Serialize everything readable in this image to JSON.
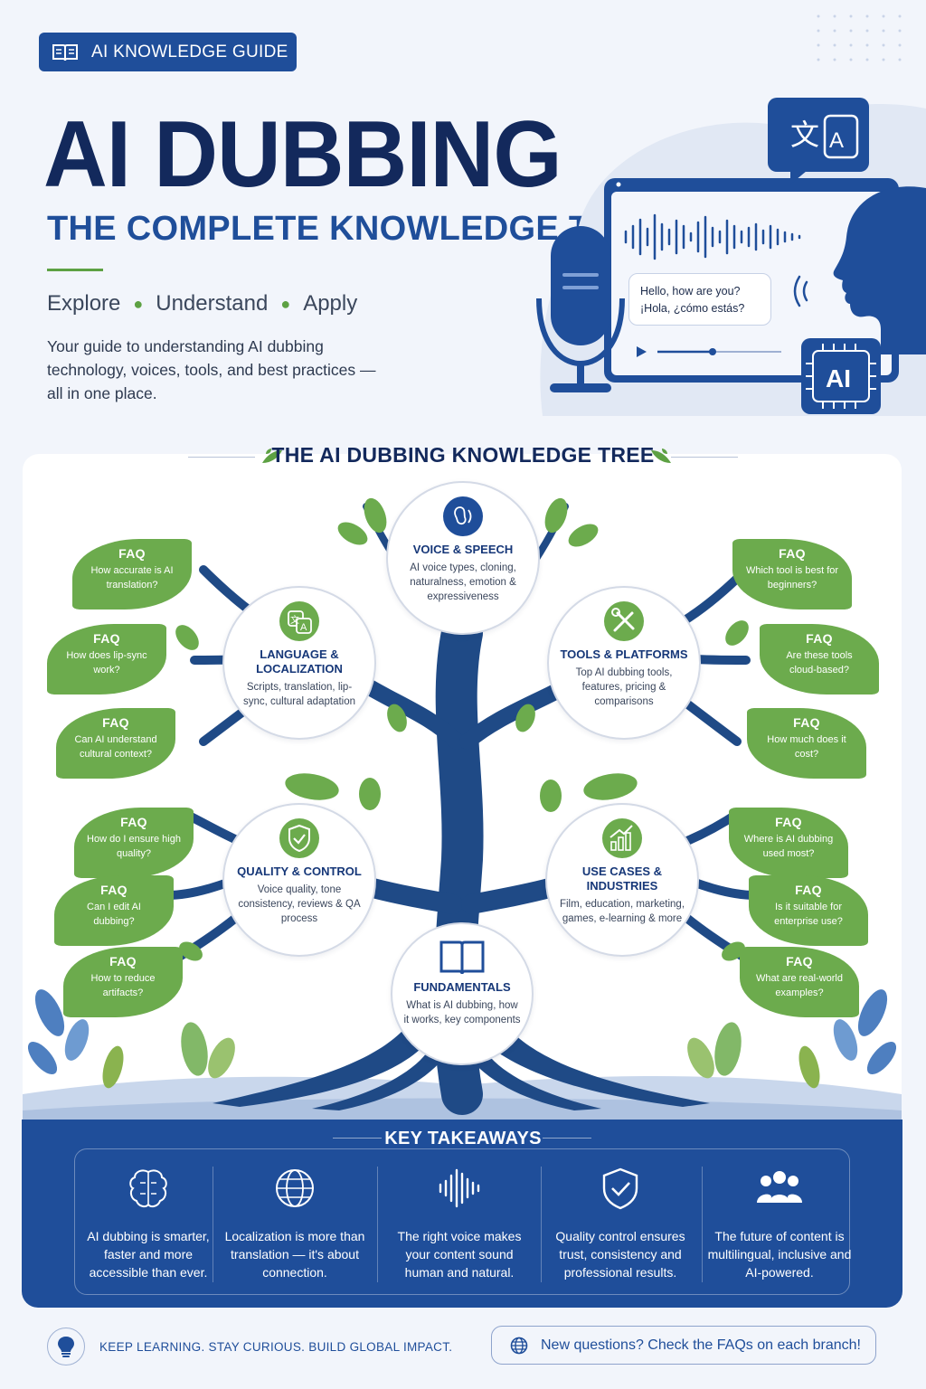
{
  "header": {
    "badge": "AI KNOWLEDGE GUIDE",
    "title": "AI DUBBING",
    "subtitle": "THE COMPLETE KNOWLEDGE TREE",
    "tagline": [
      "Explore",
      "Understand",
      "Apply"
    ],
    "lead": "Your guide to understanding AI dubbing technology, voices, tools, and best practices — all in one place."
  },
  "hero": {
    "caption_en": "Hello, how are you?",
    "caption_es": "¡Hola, ¿cómo estás?",
    "chip_label": "AI",
    "translate_glyph": "文",
    "translate_letter": "A"
  },
  "tree": {
    "title": "THE AI DUBBING KNOWLEDGE TREE",
    "branches": [
      {
        "title": "VOICE & SPEECH",
        "desc": "AI voice types, cloning, naturalness, emotion & expressiveness",
        "icon": "voice-icon"
      },
      {
        "title": "LANGUAGE & LOCALIZATION",
        "desc": "Scripts, translation, lip-sync, cultural adaptation",
        "icon": "translate-icon"
      },
      {
        "title": "TOOLS & PLATFORMS",
        "desc": "Top AI dubbing tools, features, pricing & comparisons",
        "icon": "tools-icon"
      },
      {
        "title": "QUALITY & CONTROL",
        "desc": "Voice quality, tone consistency, reviews & QA process",
        "icon": "shield-check-icon"
      },
      {
        "title": "USE CASES & INDUSTRIES",
        "desc": "Film, education, marketing, games, e-learning & more",
        "icon": "growth-chart-icon"
      },
      {
        "title": "FUNDAMENTALS",
        "desc": "What is AI dubbing, how it works, key components",
        "icon": "book-icon"
      }
    ],
    "faq_label": "FAQ",
    "faqs_left": [
      "How accurate is AI translation?",
      "How does lip-sync work?",
      "Can AI understand cultural context?",
      "How do I ensure high quality?",
      "Can I edit AI dubbing?",
      "How to reduce artifacts?"
    ],
    "faqs_right": [
      "Which tool is best for beginners?",
      "Are these tools cloud-based?",
      "How much does it cost?",
      "Where is AI dubbing used most?",
      "Is it suitable for enterprise use?",
      "What are real-world examples?"
    ]
  },
  "takeaways": {
    "title": "KEY TAKEAWAYS",
    "items": [
      {
        "icon": "brain-icon",
        "text": "AI dubbing is smarter, faster and more accessible than ever."
      },
      {
        "icon": "globe-icon",
        "text": "Localization is more than translation — it's about connection."
      },
      {
        "icon": "soundwave-icon",
        "text": "The right voice makes your content sound human and natural."
      },
      {
        "icon": "shield-check-icon",
        "text": "Quality control ensures trust, consistency and professional results."
      },
      {
        "icon": "people-icon",
        "text": "The future of content is multilingual, inclusive and AI-powered."
      }
    ]
  },
  "footer": {
    "left": "KEEP LEARNING. STAY CURIOUS. BUILD GLOBAL IMPACT.",
    "right": "New questions? Check the FAQs on each branch!"
  },
  "colors": {
    "navy": "#13295c",
    "blue": "#1f4e9a",
    "green": "#6cab4d",
    "tree": "#1f4a86"
  }
}
